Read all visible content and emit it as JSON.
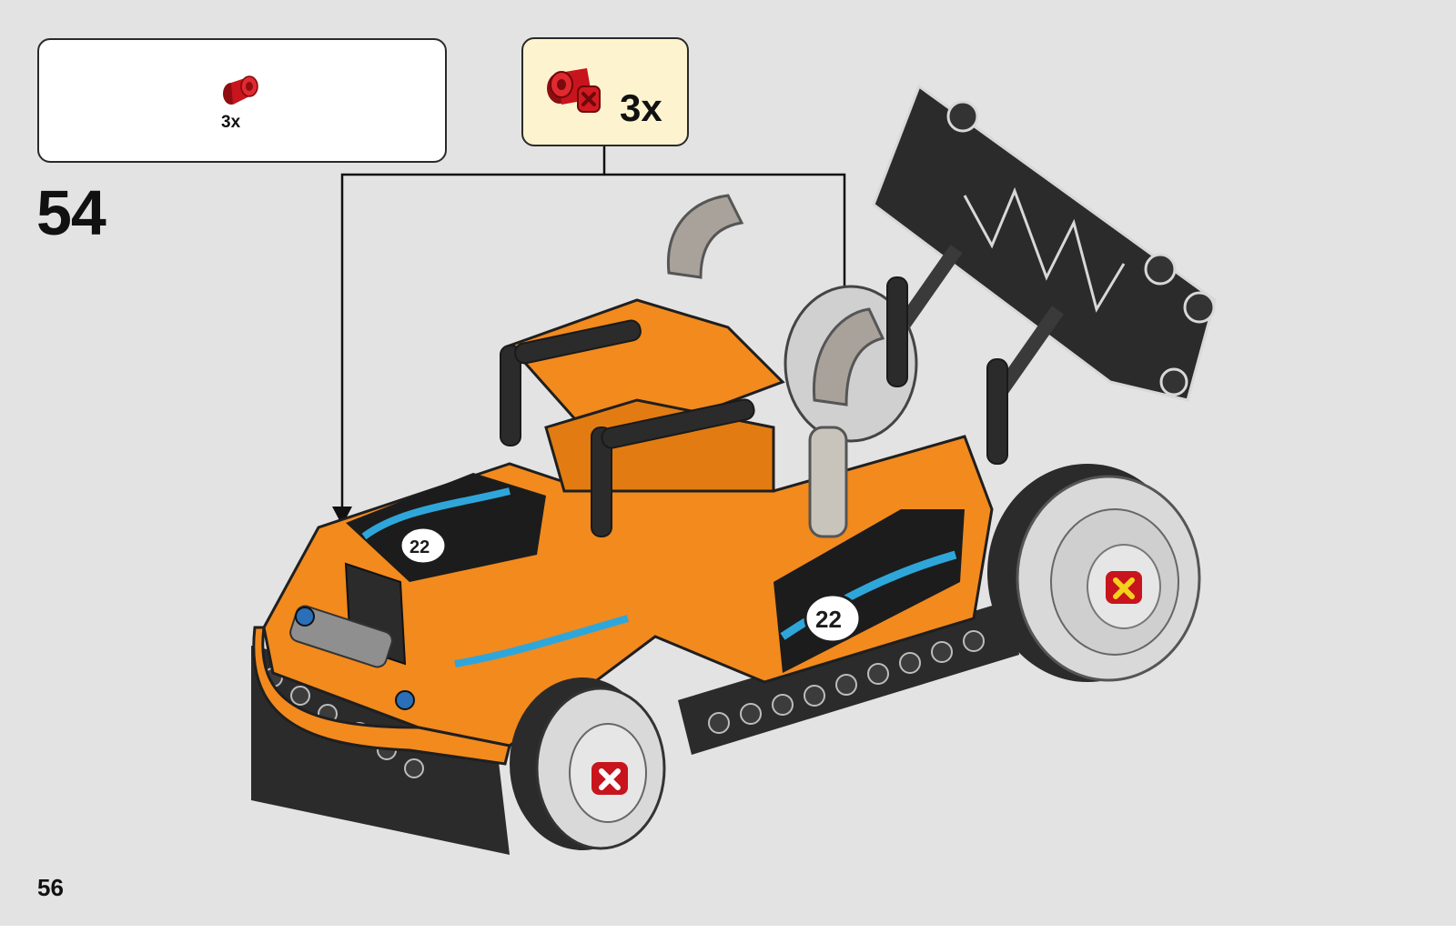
{
  "parts_list": {
    "items": [
      {
        "icon": "red-axle-connector-icon",
        "quantity": "3x"
      }
    ]
  },
  "callout": {
    "icon": "red-axle-connector-icon",
    "quantity": "3x"
  },
  "step": {
    "number": "54"
  },
  "page": {
    "number": "56"
  },
  "colors": {
    "background": "#e3e3e3",
    "panel": "#ffffff",
    "callout": "#fdf4cf",
    "part_red": "#c8141c",
    "car_orange": "#f28a1e",
    "car_black": "#2b2b2b",
    "tire_gray": "#d9d9d9",
    "exhaust_gray": "#a8a29a"
  }
}
